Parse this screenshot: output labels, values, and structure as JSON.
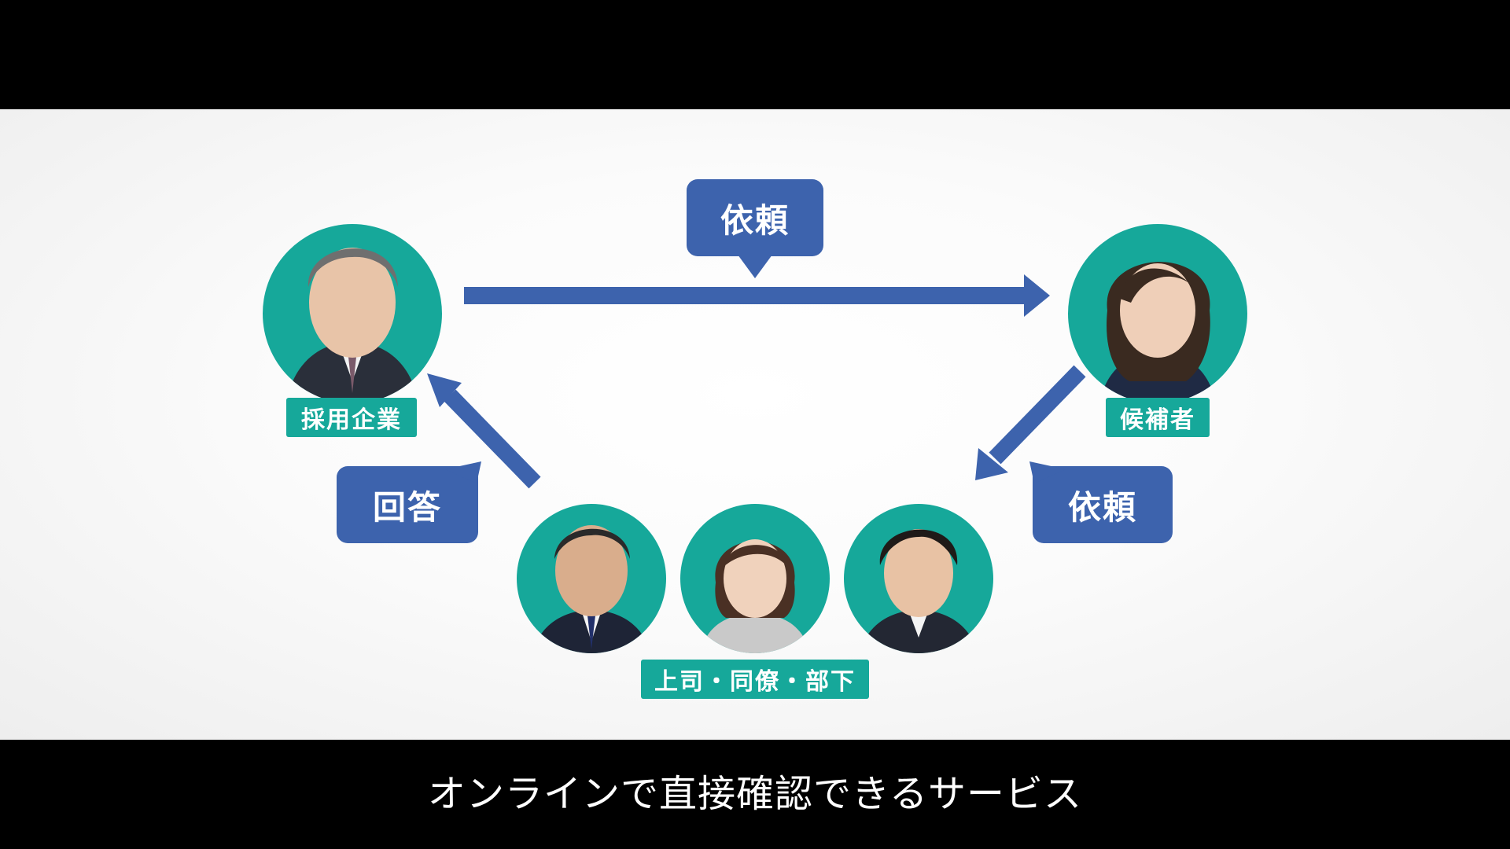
{
  "diagram": {
    "request_top": "依頼",
    "request_right": "依頼",
    "answer_left": "回答",
    "label_company": "採用企業",
    "label_candidate": "候補者",
    "label_references": "上司・同僚・部下"
  },
  "subtitle": "オンラインで直接確認できるサービス",
  "colors": {
    "accent_teal": "#16a89a",
    "arrow_blue": "#3d63ad"
  }
}
